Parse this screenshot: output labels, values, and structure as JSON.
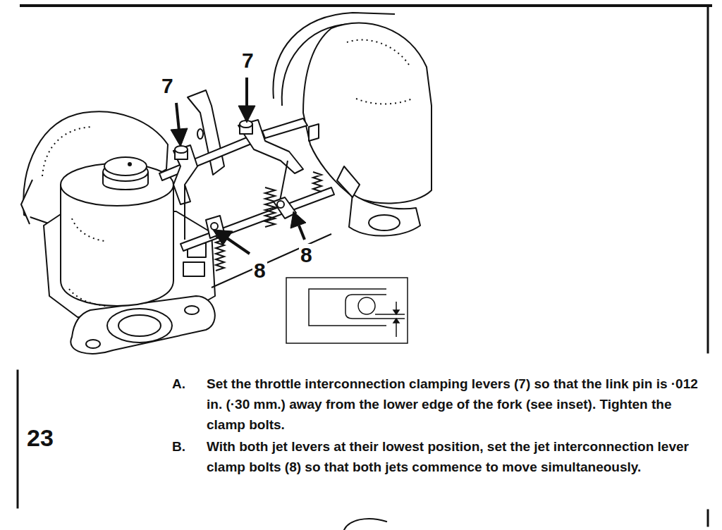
{
  "diagram": {
    "labels": [
      "7",
      "7",
      "8",
      "8",
      "A.",
      "Set the throttle interconnection clamping levers (7) so that the link pin is ·012 in. (·30 mm.) away from the lower edge of the fork (see inset). Tighten the clamp bolts.",
      "B.",
      "With both jet levers at their lowest position, set the jet interconnection lever clamp bolts (8) so that both jets commence to move simultaneously.",
      "23"
    ]
  }
}
